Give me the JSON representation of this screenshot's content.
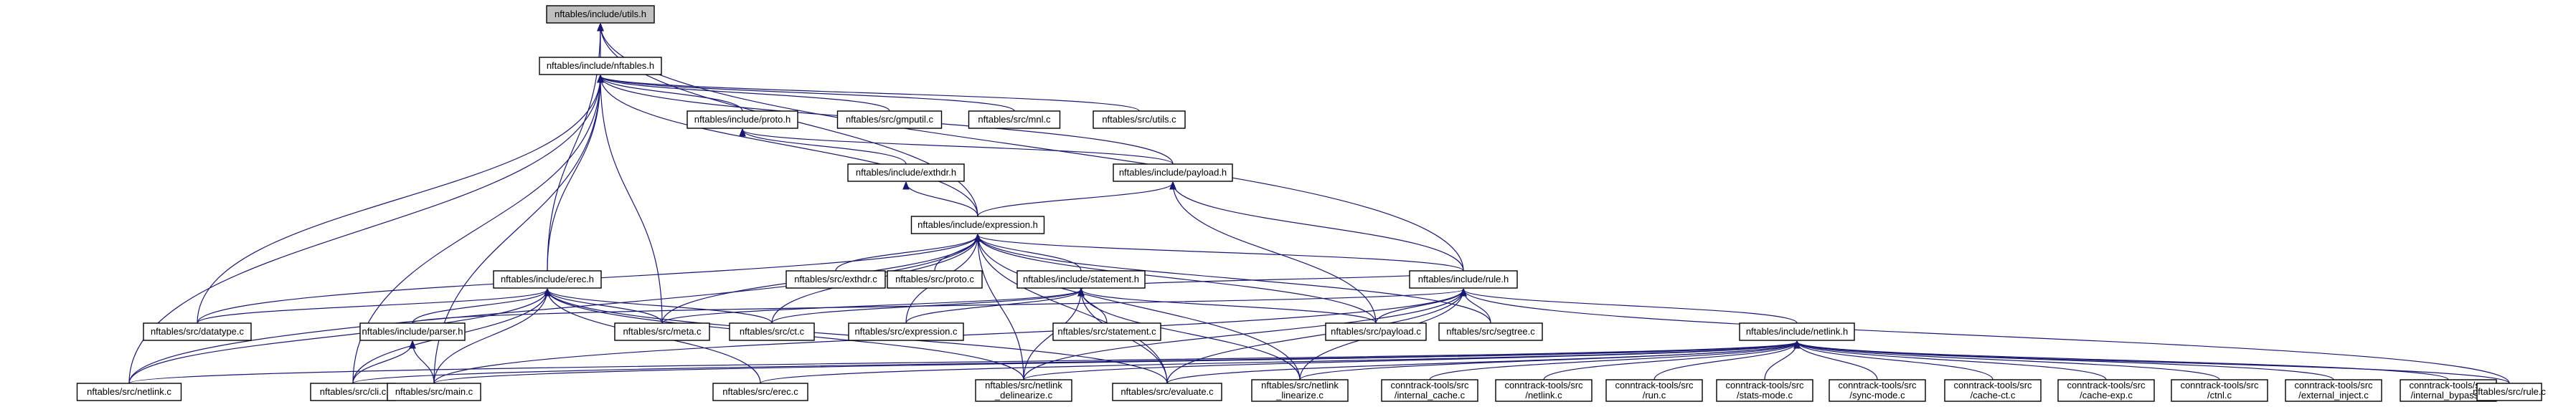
{
  "diagram": {
    "type": "include-dependency-graph",
    "colors": {
      "edge": "#191970",
      "root_fill": "#bfbfbf",
      "node_fill": "#ffffff",
      "node_border": "#000000"
    },
    "nodes": [
      {
        "id": "utils_h",
        "lines": [
          "nftables/include/utils.h"
        ],
        "root": true
      },
      {
        "id": "nftables_h",
        "lines": [
          "nftables/include/nftables.h"
        ]
      },
      {
        "id": "proto_h",
        "lines": [
          "nftables/include/proto.h"
        ]
      },
      {
        "id": "gmputil_c",
        "lines": [
          "nftables/src/gmputil.c"
        ]
      },
      {
        "id": "mnl_c",
        "lines": [
          "nftables/src/mnl.c"
        ]
      },
      {
        "id": "utils_c",
        "lines": [
          "nftables/src/utils.c"
        ]
      },
      {
        "id": "exthdr_h",
        "lines": [
          "nftables/include/exthdr.h"
        ]
      },
      {
        "id": "payload_h",
        "lines": [
          "nftables/include/payload.h"
        ]
      },
      {
        "id": "expression_h",
        "lines": [
          "nftables/include/expression.h"
        ]
      },
      {
        "id": "exthdr_c",
        "lines": [
          "nftables/src/exthdr.c"
        ]
      },
      {
        "id": "proto_c",
        "lines": [
          "nftables/src/proto.c"
        ]
      },
      {
        "id": "statement_h",
        "lines": [
          "nftables/include/statement.h"
        ]
      },
      {
        "id": "rule_h",
        "lines": [
          "nftables/include/rule.h"
        ]
      },
      {
        "id": "erec_h",
        "lines": [
          "nftables/include/erec.h"
        ]
      },
      {
        "id": "datatype_c",
        "lines": [
          "nftables/src/datatype.c"
        ]
      },
      {
        "id": "parser_h",
        "lines": [
          "nftables/include/parser.h"
        ]
      },
      {
        "id": "meta_c",
        "lines": [
          "nftables/src/meta.c"
        ]
      },
      {
        "id": "ct_c",
        "lines": [
          "nftables/src/ct.c"
        ]
      },
      {
        "id": "expression_c",
        "lines": [
          "nftables/src/expression.c"
        ]
      },
      {
        "id": "statement_c",
        "lines": [
          "nftables/src/statement.c"
        ]
      },
      {
        "id": "payload_c",
        "lines": [
          "nftables/src/payload.c"
        ]
      },
      {
        "id": "segtree_c",
        "lines": [
          "nftables/src/segtree.c"
        ]
      },
      {
        "id": "netlink_h",
        "lines": [
          "nftables/include/netlink.h"
        ]
      },
      {
        "id": "netlink_c",
        "lines": [
          "nftables/src/netlink.c"
        ]
      },
      {
        "id": "cli_c",
        "lines": [
          "nftables/src/cli.c"
        ]
      },
      {
        "id": "main_c",
        "lines": [
          "nftables/src/main.c"
        ]
      },
      {
        "id": "erec_c",
        "lines": [
          "nftables/src/erec.c"
        ]
      },
      {
        "id": "netlink_delinearize_c",
        "lines": [
          "nftables/src/netlink",
          "_delinearize.c"
        ]
      },
      {
        "id": "evaluate_c",
        "lines": [
          "nftables/src/evaluate.c"
        ]
      },
      {
        "id": "netlink_linearize_c",
        "lines": [
          "nftables/src/netlink",
          "_linearize.c"
        ]
      },
      {
        "id": "ct_internal_cache_c",
        "lines": [
          "conntrack-tools/src",
          "/internal_cache.c"
        ]
      },
      {
        "id": "ct_netlink_c",
        "lines": [
          "conntrack-tools/src",
          "/netlink.c"
        ]
      },
      {
        "id": "ct_run_c",
        "lines": [
          "conntrack-tools/src",
          "/run.c"
        ]
      },
      {
        "id": "ct_stats_mode_c",
        "lines": [
          "conntrack-tools/src",
          "/stats-mode.c"
        ]
      },
      {
        "id": "ct_sync_mode_c",
        "lines": [
          "conntrack-tools/src",
          "/sync-mode.c"
        ]
      },
      {
        "id": "ct_cache_ct_c",
        "lines": [
          "conntrack-tools/src",
          "/cache-ct.c"
        ]
      },
      {
        "id": "ct_cache_exp_c",
        "lines": [
          "conntrack-tools/src",
          "/cache-exp.c"
        ]
      },
      {
        "id": "ct_ctnl_c",
        "lines": [
          "conntrack-tools/src",
          "/ctnl.c"
        ]
      },
      {
        "id": "ct_external_inject_c",
        "lines": [
          "conntrack-tools/src",
          "/external_inject.c"
        ]
      },
      {
        "id": "ct_internal_bypass_c",
        "lines": [
          "conntrack-tools/src",
          "/internal_bypass.c"
        ]
      },
      {
        "id": "rule_c",
        "lines": [
          "nftables/src/rule.c"
        ]
      }
    ],
    "edges": [
      [
        "nftables_h",
        "utils_h"
      ],
      [
        "expression_h",
        "utils_h"
      ],
      [
        "rule_h",
        "utils_h"
      ],
      [
        "erec_h",
        "utils_h"
      ],
      [
        "proto_h",
        "nftables_h"
      ],
      [
        "gmputil_c",
        "nftables_h"
      ],
      [
        "mnl_c",
        "nftables_h"
      ],
      [
        "utils_c",
        "nftables_h"
      ],
      [
        "payload_h",
        "nftables_h"
      ],
      [
        "expression_h",
        "nftables_h"
      ],
      [
        "erec_h",
        "nftables_h"
      ],
      [
        "datatype_c",
        "nftables_h"
      ],
      [
        "meta_c",
        "nftables_h"
      ],
      [
        "netlink_c",
        "nftables_h"
      ],
      [
        "cli_c",
        "nftables_h"
      ],
      [
        "main_c",
        "nftables_h"
      ],
      [
        "payload_h",
        "proto_h"
      ],
      [
        "exthdr_h",
        "proto_h"
      ],
      [
        "expression_h",
        "exthdr_h"
      ],
      [
        "expression_h",
        "payload_h"
      ],
      [
        "rule_h",
        "payload_h"
      ],
      [
        "payload_c",
        "payload_h"
      ],
      [
        "exthdr_c",
        "expression_h"
      ],
      [
        "proto_c",
        "expression_h"
      ],
      [
        "statement_h",
        "expression_h"
      ],
      [
        "rule_h",
        "expression_h"
      ],
      [
        "datatype_c",
        "expression_h"
      ],
      [
        "meta_c",
        "expression_h"
      ],
      [
        "ct_c",
        "expression_h"
      ],
      [
        "expression_c",
        "expression_h"
      ],
      [
        "payload_c",
        "expression_h"
      ],
      [
        "segtree_c",
        "expression_h"
      ],
      [
        "netlink_c",
        "expression_h"
      ],
      [
        "evaluate_c",
        "expression_h"
      ],
      [
        "netlink_delinearize_c",
        "expression_h"
      ],
      [
        "netlink_linearize_c",
        "expression_h"
      ],
      [
        "rule_h",
        "statement_h"
      ],
      [
        "meta_c",
        "statement_h"
      ],
      [
        "ct_c",
        "statement_h"
      ],
      [
        "expression_c",
        "statement_h"
      ],
      [
        "statement_c",
        "statement_h"
      ],
      [
        "payload_c",
        "statement_h"
      ],
      [
        "evaluate_c",
        "statement_h"
      ],
      [
        "netlink_delinearize_c",
        "statement_h"
      ],
      [
        "netlink_linearize_c",
        "statement_h"
      ],
      [
        "netlink_h",
        "rule_h"
      ],
      [
        "parser_h",
        "rule_h"
      ],
      [
        "payload_c",
        "rule_h"
      ],
      [
        "segtree_c",
        "rule_h"
      ],
      [
        "rule_c",
        "rule_h"
      ],
      [
        "evaluate_c",
        "rule_h"
      ],
      [
        "netlink_delinearize_c",
        "rule_h"
      ],
      [
        "netlink_linearize_c",
        "rule_h"
      ],
      [
        "main_c",
        "rule_h"
      ],
      [
        "datatype_c",
        "erec_h"
      ],
      [
        "parser_h",
        "erec_h"
      ],
      [
        "meta_c",
        "erec_h"
      ],
      [
        "ct_c",
        "erec_h"
      ],
      [
        "cli_c",
        "erec_h"
      ],
      [
        "main_c",
        "erec_h"
      ],
      [
        "erec_c",
        "erec_h"
      ],
      [
        "evaluate_c",
        "erec_h"
      ],
      [
        "netlink_c",
        "erec_h"
      ],
      [
        "netlink_delinearize_c",
        "erec_h"
      ],
      [
        "cli_c",
        "parser_h"
      ],
      [
        "main_c",
        "parser_h"
      ],
      [
        "netlink_c",
        "netlink_h"
      ],
      [
        "cli_c",
        "netlink_h"
      ],
      [
        "main_c",
        "netlink_h"
      ],
      [
        "erec_c",
        "netlink_h"
      ],
      [
        "netlink_delinearize_c",
        "netlink_h"
      ],
      [
        "evaluate_c",
        "netlink_h"
      ],
      [
        "netlink_linearize_c",
        "netlink_h"
      ],
      [
        "ct_internal_cache_c",
        "netlink_h"
      ],
      [
        "ct_netlink_c",
        "netlink_h"
      ],
      [
        "ct_run_c",
        "netlink_h"
      ],
      [
        "ct_stats_mode_c",
        "netlink_h"
      ],
      [
        "ct_sync_mode_c",
        "netlink_h"
      ],
      [
        "ct_cache_ct_c",
        "netlink_h"
      ],
      [
        "ct_cache_exp_c",
        "netlink_h"
      ],
      [
        "ct_ctnl_c",
        "netlink_h"
      ],
      [
        "ct_external_inject_c",
        "netlink_h"
      ],
      [
        "ct_internal_bypass_c",
        "netlink_h"
      ],
      [
        "rule_c",
        "netlink_h"
      ]
    ]
  }
}
